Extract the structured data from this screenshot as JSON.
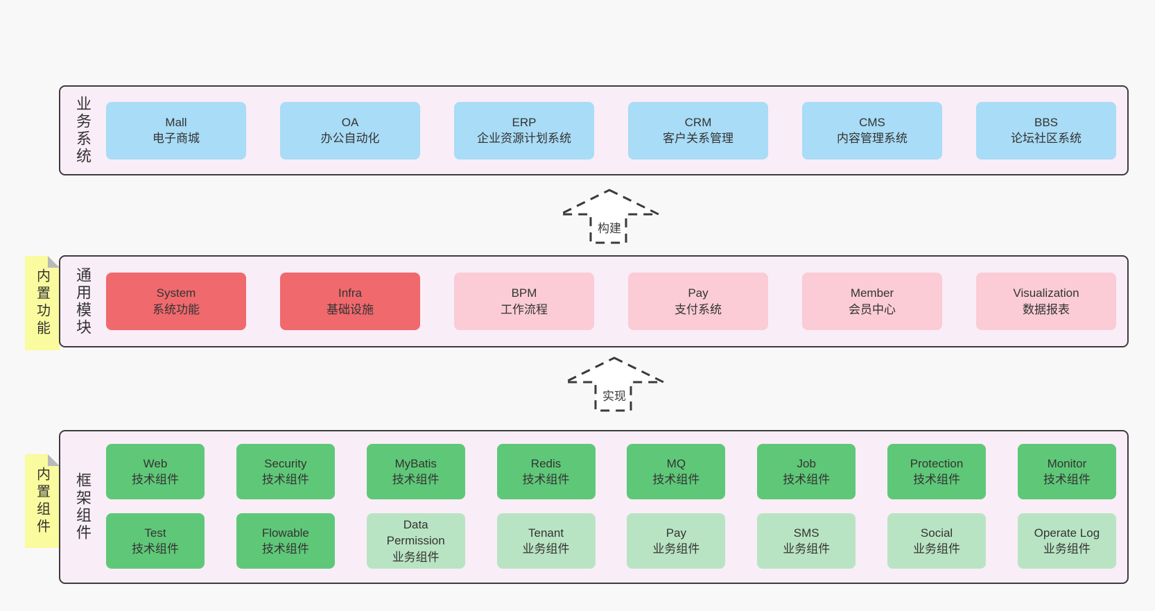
{
  "palette": {
    "page_bg": "#f8f8f8",
    "band_bg": "#f9edf7",
    "band_border": "#3c3c3c",
    "blue": "#a9dcf6",
    "red": "#f0696d",
    "pink": "#fbccd6",
    "green": "#5fc878",
    "light_green": "#b9e4c3",
    "sticky_yellow": "#fafa9e",
    "sticky_fold": "#b9b9b9",
    "text": "#333333"
  },
  "stickies": [
    {
      "label": "内置功能"
    },
    {
      "label": "内置组件"
    }
  ],
  "arrows": [
    {
      "label": "构建"
    },
    {
      "label": "实现"
    }
  ],
  "bands": [
    {
      "side_label": "业务系统",
      "boxes": [
        {
          "name": "Mall",
          "subtitle": "电子商城",
          "color": "blue"
        },
        {
          "name": "OA",
          "subtitle": "办公自动化",
          "color": "blue"
        },
        {
          "name": "ERP",
          "subtitle": "企业资源计划系统",
          "color": "blue"
        },
        {
          "name": "CRM",
          "subtitle": "客户关系管理",
          "color": "blue"
        },
        {
          "name": "CMS",
          "subtitle": "内容管理系统",
          "color": "blue"
        },
        {
          "name": "BBS",
          "subtitle": "论坛社区系统",
          "color": "blue"
        }
      ]
    },
    {
      "side_label": "通用模块",
      "boxes": [
        {
          "name": "System",
          "subtitle": "系统功能",
          "color": "red"
        },
        {
          "name": "Infra",
          "subtitle": "基础设施",
          "color": "red"
        },
        {
          "name": "BPM",
          "subtitle": "工作流程",
          "color": "pink"
        },
        {
          "name": "Pay",
          "subtitle": "支付系统",
          "color": "pink"
        },
        {
          "name": "Member",
          "subtitle": "会员中心",
          "color": "pink"
        },
        {
          "name": "Visualization",
          "subtitle": "数据报表",
          "color": "pink"
        }
      ]
    },
    {
      "side_label": "框架组件",
      "rows": [
        [
          {
            "name": "Web",
            "subtitle": "技术组件",
            "color": "green"
          },
          {
            "name": "Security",
            "subtitle": "技术组件",
            "color": "green"
          },
          {
            "name": "MyBatis",
            "subtitle": "技术组件",
            "color": "green"
          },
          {
            "name": "Redis",
            "subtitle": "技术组件",
            "color": "green"
          },
          {
            "name": "MQ",
            "subtitle": "技术组件",
            "color": "green"
          },
          {
            "name": "Job",
            "subtitle": "技术组件",
            "color": "green"
          },
          {
            "name": "Protection",
            "subtitle": "技术组件",
            "color": "green"
          },
          {
            "name": "Monitor",
            "subtitle": "技术组件",
            "color": "green"
          }
        ],
        [
          {
            "name": "Test",
            "subtitle": "技术组件",
            "color": "green"
          },
          {
            "name": "Flowable",
            "subtitle": "技术组件",
            "color": "green"
          },
          {
            "name": "Data\nPermission",
            "subtitle": "业务组件",
            "color": "light-green"
          },
          {
            "name": "Tenant",
            "subtitle": "业务组件",
            "color": "light-green"
          },
          {
            "name": "Pay",
            "subtitle": "业务组件",
            "color": "light-green"
          },
          {
            "name": "SMS",
            "subtitle": "业务组件",
            "color": "light-green"
          },
          {
            "name": "Social",
            "subtitle": "业务组件",
            "color": "light-green"
          },
          {
            "name": "Operate Log",
            "subtitle": "业务组件",
            "color": "light-green"
          }
        ]
      ]
    }
  ]
}
